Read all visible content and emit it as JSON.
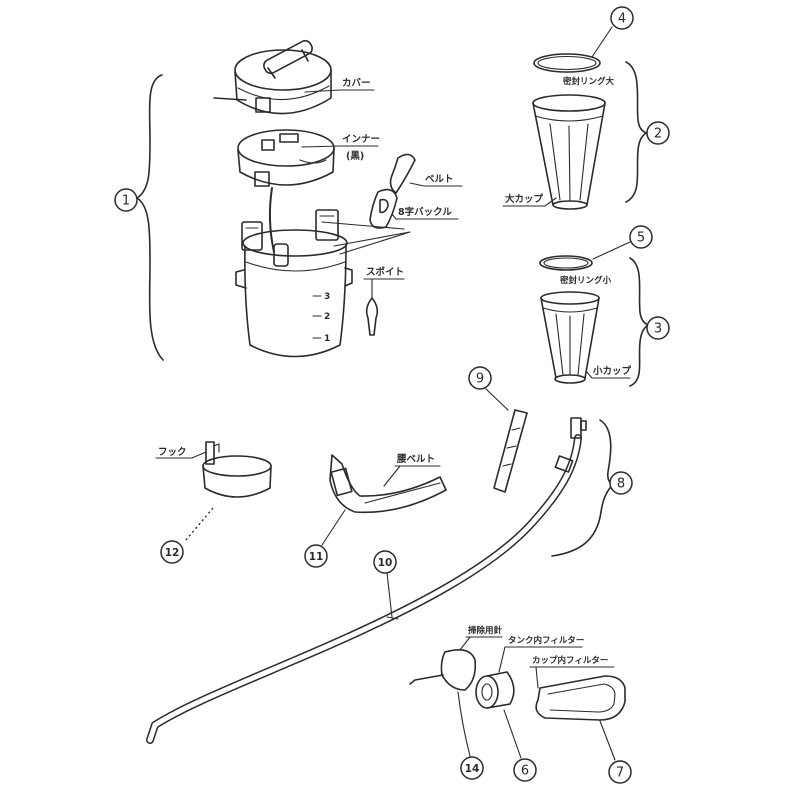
{
  "colors": {
    "line": "#2b2b2b",
    "background": "#ffffff"
  },
  "labels": {
    "cover": "カバー",
    "inner": "インナー",
    "inner_note": "(黒)",
    "belt": "ベルト",
    "buckle": "8字バックル",
    "dropper": "スポイト",
    "ring_large": "密封リング大",
    "cup_large": "大カップ",
    "ring_small": "密封リング小",
    "cup_small": "小カップ",
    "hook": "フック",
    "waist_belt": "腰ベルト",
    "needle": "掃除用針",
    "tank_filter": "タンク内フィルター",
    "cup_filter": "カップ内フィルター"
  },
  "tank_scale": [
    "3",
    "2",
    "1"
  ],
  "callouts": {
    "n1": "1",
    "n2": "2",
    "n3": "3",
    "n4": "4",
    "n5": "5",
    "n6": "6",
    "n7": "7",
    "n8": "8",
    "n9": "9",
    "n10": "10",
    "n11": "11",
    "n12": "12",
    "n14": "14"
  }
}
